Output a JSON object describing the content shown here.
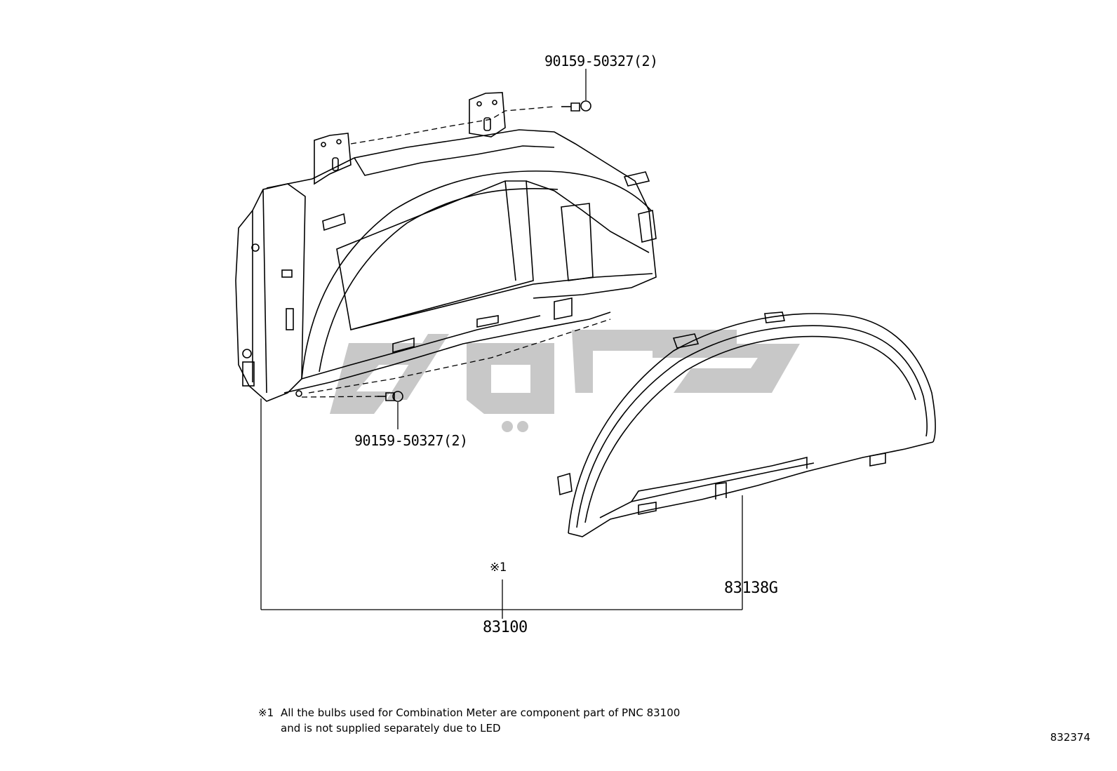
{
  "diagram": {
    "watermark_color": "#c8c8c8",
    "line_color": "#000000",
    "callouts": {
      "bolt_top": "90159-50327(2)",
      "bolt_bottom": "90159-50327(2)",
      "reference_mark": "※1",
      "cover": "83138G",
      "assembly": "83100"
    },
    "parts": [
      {
        "name": "combination-meter-housing"
      },
      {
        "name": "meter-glass-cover"
      },
      {
        "name": "screw-top"
      },
      {
        "name": "screw-bottom"
      }
    ],
    "footnote": {
      "ref": "※1",
      "line1": "All the bulbs used for Combination Meter are component part of PNC 83100",
      "line2": "and is not supplied separately due to LED"
    },
    "illustration_code": "832374"
  }
}
